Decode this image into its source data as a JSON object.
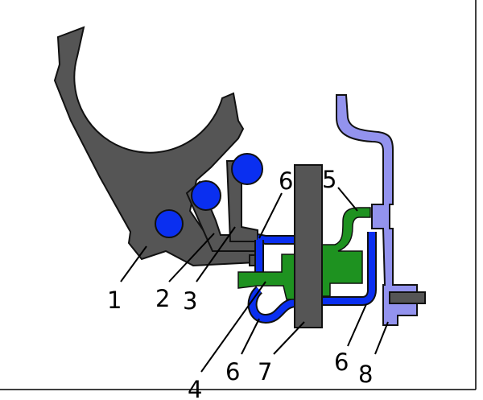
{
  "labels": {
    "part_1": "1",
    "part_2": "2",
    "part_3": "3",
    "part_4": "4",
    "part_5": "5",
    "part_6_top": "6",
    "part_6_bottom_left": "6",
    "part_7": "7",
    "part_6_bottom_right": "6",
    "part_8": "8"
  },
  "colors": {
    "fork": "#555555",
    "balls": "#0a2ff0",
    "green_part": "#1e9220",
    "lavender_part": "#9393ee"
  }
}
